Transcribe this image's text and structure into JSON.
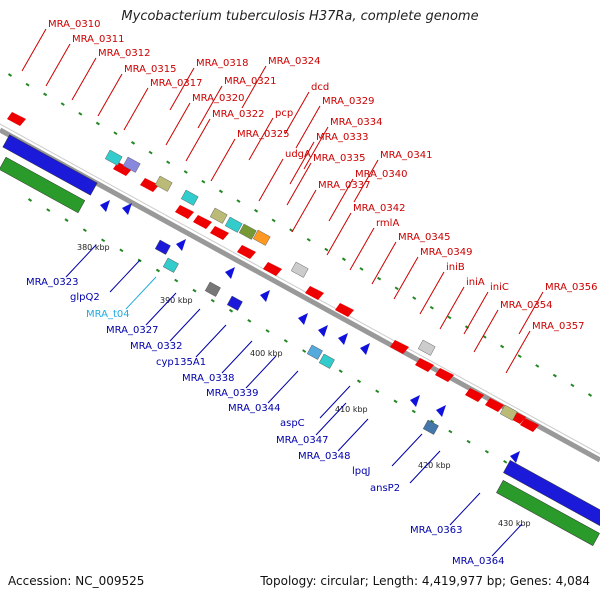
{
  "title": "Mycobacterium tuberculosis H37Ra, complete genome",
  "footer": {
    "accession": "Accession: NC_009525",
    "summary": "Topology: circular; Length: 4,419,977 bp; Genes: 4,084"
  },
  "colors": {
    "forward_label": "#cc0000",
    "reverse_label": "#0000aa",
    "trna_label": "#22aadd",
    "backbone": "#999999",
    "forward_feature": "#ee0000",
    "reverse_feature": "#1111dd",
    "dot": "#228822"
  },
  "ticks": [
    "380 kbp",
    "390 kbp",
    "400 kbp",
    "410 kbp",
    "420 kbp",
    "430 kbp"
  ],
  "forward_labels": [
    "MRA_0310",
    "MRA_0311",
    "MRA_0312",
    "MRA_0315",
    "MRA_0317",
    "MRA_0318",
    "MRA_0320",
    "MRA_0321",
    "MRA_0322",
    "pcp",
    "MRA_0324",
    "MRA_0325",
    "dcd",
    "MRA_0329",
    "MRA_0334",
    "MRA_0333",
    "udgA",
    "MRA_0335",
    "MRA_0341",
    "MRA_0340",
    "MRA_0337",
    "MRA_0342",
    "rmlA",
    "MRA_0345",
    "MRA_0349",
    "iniB",
    "iniA",
    "iniC",
    "MRA_0356",
    "MRA_0354",
    "MRA_0357"
  ],
  "reverse_labels": [
    "MRA_0323",
    "glpQ2",
    "MRA_t04",
    "MRA_0327",
    "MRA_0332",
    "cyp135A1",
    "MRA_0338",
    "MRA_0339",
    "MRA_0344",
    "aspC",
    "MRA_0347",
    "MRA_0348",
    "lpqJ",
    "ansP2",
    "MRA_0363",
    "MRA_0364"
  ]
}
